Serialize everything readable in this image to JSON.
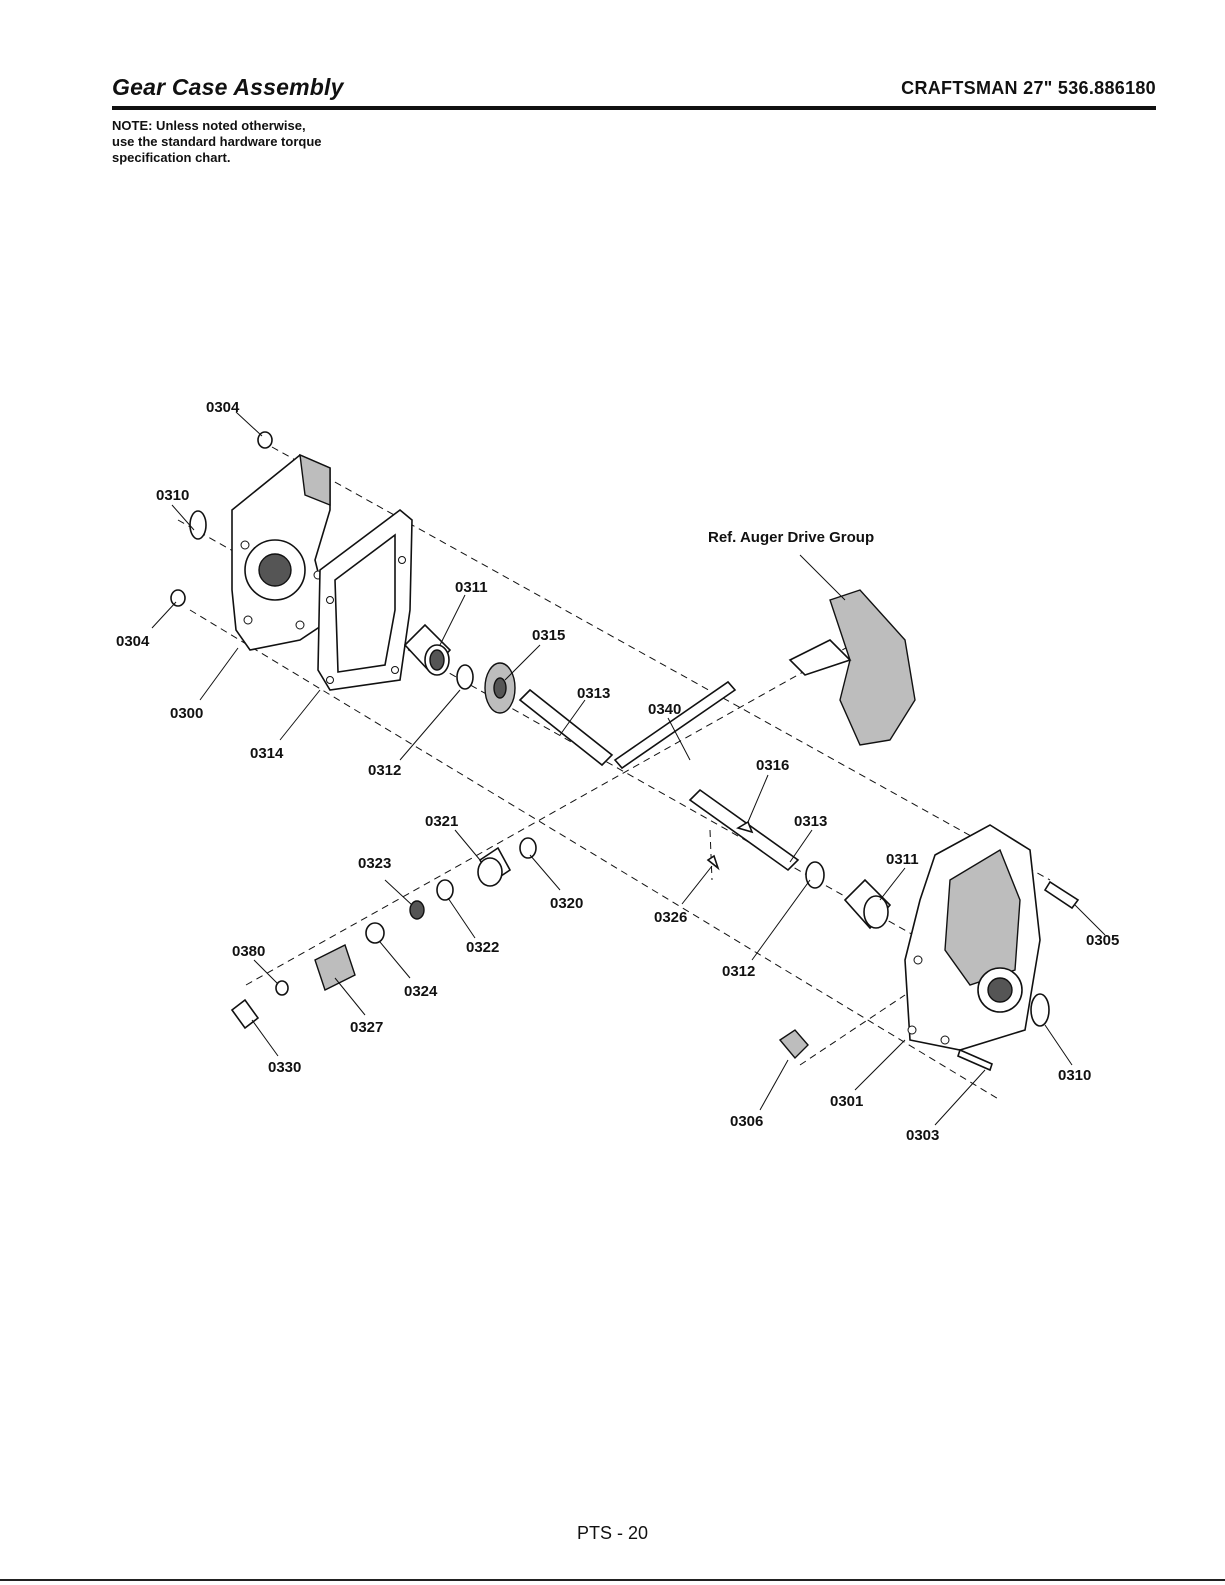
{
  "header": {
    "title": "Gear Case Assembly",
    "model": "CRAFTSMAN 27\" 536.886180"
  },
  "note": {
    "line1": "NOTE: Unless noted otherwise,",
    "line2": "use the standard hardware torque",
    "line3": "specification chart."
  },
  "diagram": {
    "ref_label": "Ref. Auger Drive Group",
    "callouts": {
      "c0304a": "0304",
      "c0310a": "0310",
      "c0304b": "0304",
      "c0300": "0300",
      "c0314": "0314",
      "c0311a": "0311",
      "c0315": "0315",
      "c0313a": "0313",
      "c0312a": "0312",
      "c0340": "0340",
      "c0316": "0316",
      "c0321": "0321",
      "c0323": "0323",
      "c0320": "0320",
      "c0322": "0322",
      "c0380": "0380",
      "c0324": "0324",
      "c0327": "0327",
      "c0330": "0330",
      "c0313b": "0313",
      "c0311b": "0311",
      "c0326": "0326",
      "c0312b": "0312",
      "c0305": "0305",
      "c0310b": "0310",
      "c0306": "0306",
      "c0301": "0301",
      "c0303": "0303"
    }
  },
  "footer": {
    "page": "PTS - 20"
  }
}
